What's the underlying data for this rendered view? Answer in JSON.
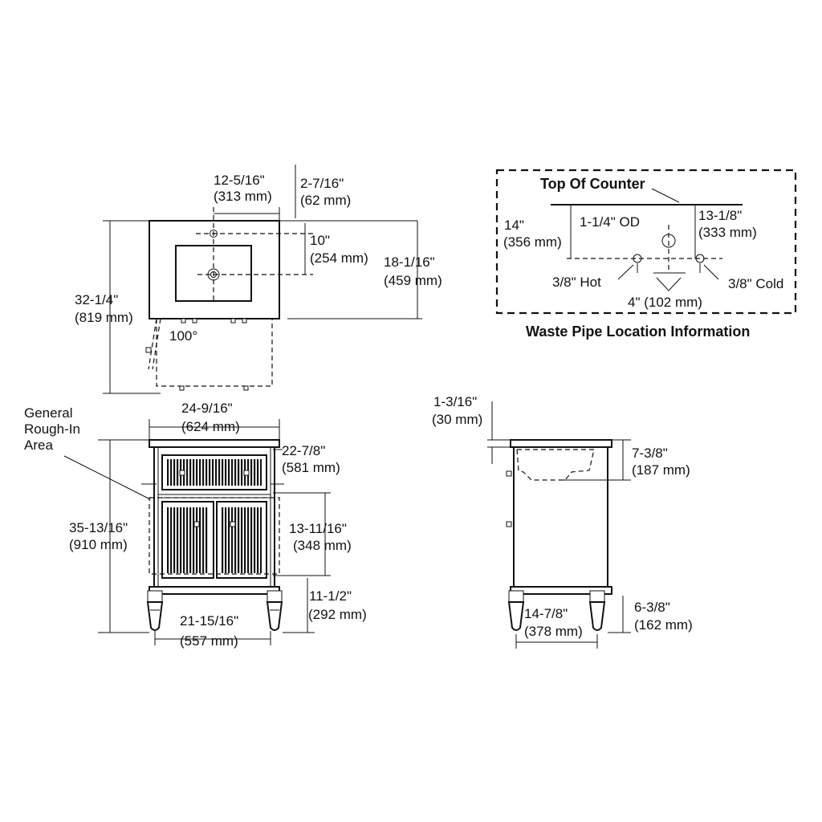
{
  "top_view": {
    "dim_drain_offset": [
      "12-5/16\"",
      "(313 mm)"
    ],
    "dim_faucet_hole": [
      "2-7/16\"",
      "(62 mm)"
    ],
    "dim_drain_depth": [
      "10\"",
      "(254 mm)"
    ],
    "dim_counter_depth": [
      "18-1/16\"",
      "(459 mm)"
    ],
    "dim_total_depth": [
      "32-1/4\"",
      "(819 mm)"
    ],
    "door_angle": "100°"
  },
  "waste_pipe": {
    "top_of_counter": "Top Of Counter",
    "dim_drain_height": [
      "14\"",
      "(356 mm)"
    ],
    "od": "1-1/4\" OD",
    "dim_supply_height": [
      "13-1/8\"",
      "(333 mm)"
    ],
    "hot": "3/8\" Hot",
    "cold": "3/8\" Cold",
    "spacing": "4\" (102 mm)",
    "caption": "Waste Pipe Location Information"
  },
  "front_view": {
    "rough_in": [
      "General",
      "Rough-In",
      "Area"
    ],
    "dim_width": [
      "24-9/16\"",
      "(624 mm)"
    ],
    "dim_inner_width": [
      "22-7/8\"",
      "(581 mm)"
    ],
    "dim_height": [
      "35-13/16\"",
      "(910 mm)"
    ],
    "dim_door_height": [
      "13-11/16\"",
      "(348 mm)"
    ],
    "dim_leg_height": [
      "11-1/2\"",
      "(292 mm)"
    ],
    "dim_leg_width": [
      "21-15/16\"",
      "(557 mm)"
    ]
  },
  "side_view": {
    "dim_top_thickness": [
      "1-3/16\"",
      "(30 mm)"
    ],
    "dim_bowl_depth": [
      "7-3/8\"",
      "(187 mm)"
    ],
    "dim_leg_depth": [
      "14-7/8\"",
      "(378 mm)"
    ],
    "dim_leg_height": [
      "6-3/8\"",
      "(162 mm)"
    ]
  }
}
